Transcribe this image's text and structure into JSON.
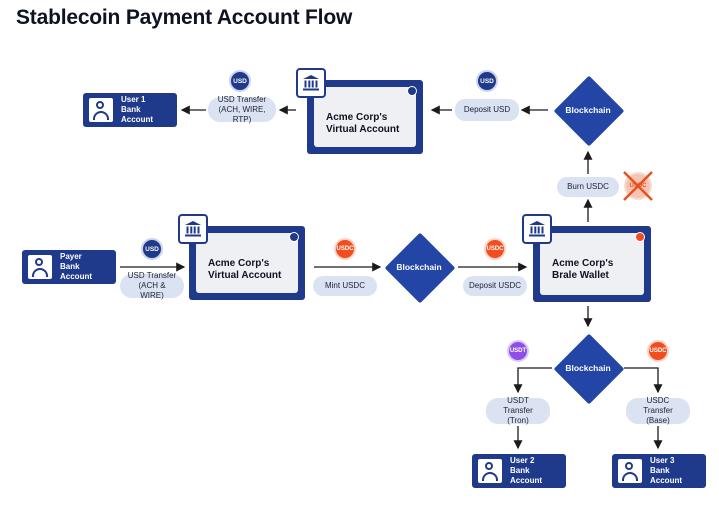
{
  "title": "Stablecoin Payment Account Flow",
  "accounts": {
    "user1": "User 1\nBank Account",
    "payer": "Payer\nBank Account",
    "user2": "User 2\nBank Account",
    "user3": "User 3\nBank Account"
  },
  "boxes": {
    "top_virtual": "Acme Corp's\nVirtual Account",
    "mid_virtual": "Acme Corp's\nVirtual Account",
    "brale_wallet": "Acme Corp's\nBrale Wallet"
  },
  "pills": {
    "usd_transfer_top": "USD Transfer\n(ACH, WIRE, RTP)",
    "deposit_usd": "Deposit USD",
    "burn_usdc": "Burn USDC",
    "usd_transfer_mid": "USD Transfer\n(ACH & WIRE)",
    "mint_usdc": "Mint USDC",
    "deposit_usdc": "Deposit USDC",
    "usdt_transfer": "USDT Transfer\n(Tron)",
    "usdc_transfer": "USDC Transfer\n(Base)"
  },
  "coins": {
    "usd": "USD",
    "usdc": "USDC",
    "usdt": "USDT"
  },
  "blockchain": "Blockchain",
  "colors": {
    "navy": "#1f3a8a",
    "pill": "#dbe2f2",
    "usdc_orange": "#f04e1f",
    "usdt_purple": "#8e4fe6",
    "burn_cross": "#e5521f"
  }
}
